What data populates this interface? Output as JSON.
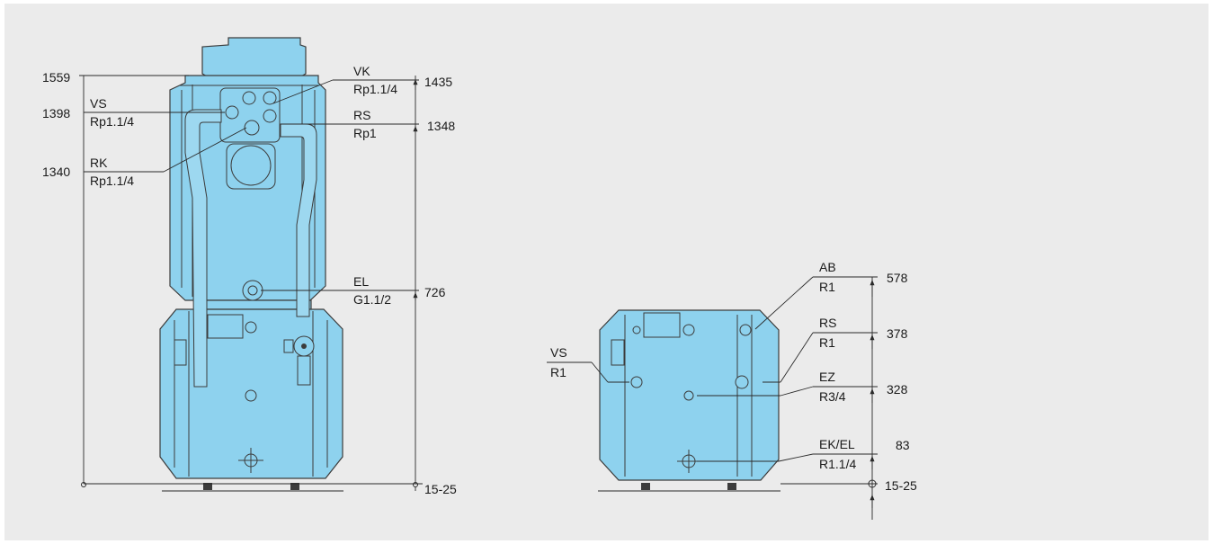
{
  "front_view": {
    "height_labels": {
      "h1559": "1559",
      "h1398": "1398",
      "h1340": "1340",
      "h1435": "1435",
      "h1348": "1348",
      "h726": "726",
      "h15_25": "15-25"
    },
    "connections": {
      "vs": {
        "name": "VS",
        "thread": "Rp1.1/4"
      },
      "rk": {
        "name": "RK",
        "thread": "Rp1.1/4"
      },
      "vk": {
        "name": "VK",
        "thread": "Rp1.1/4"
      },
      "rs": {
        "name": "RS",
        "thread": "Rp1"
      },
      "el": {
        "name": "EL",
        "thread": "G1.1/2"
      }
    }
  },
  "side_view": {
    "height_labels": {
      "h578": "578",
      "h378": "378",
      "h328": "328",
      "h83": "83",
      "h15_25": "15-25"
    },
    "connections": {
      "ab": {
        "name": "AB",
        "thread": "R1"
      },
      "rs": {
        "name": "RS",
        "thread": "R1"
      },
      "ez": {
        "name": "EZ",
        "thread": "R3/4"
      },
      "ekel": {
        "name": "EK/EL",
        "thread": "R1.1/4"
      },
      "vs": {
        "name": "VS",
        "thread": "R1"
      }
    }
  },
  "colors": {
    "body": "#8ed2ee",
    "line": "#3c3c3c",
    "background": "#ebebeb"
  }
}
